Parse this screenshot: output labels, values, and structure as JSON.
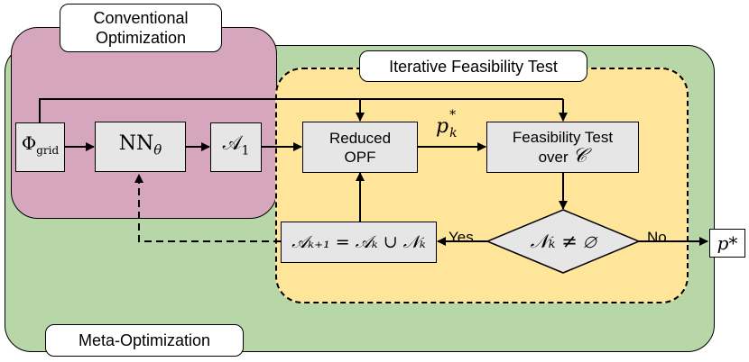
{
  "regions": {
    "conventional": "Conventional\nOptimization",
    "meta": "Meta-Optimization",
    "feasibility": "Iterative Feasibility Test"
  },
  "nodes": {
    "phi_base": "Φ",
    "phi_sub": "grid",
    "nn_base": "NN",
    "nn_sub": "θ",
    "a1_base": "𝒜",
    "a1_sub": "1",
    "reduced_opf": "Reduced\nOPF",
    "feasibility_line1": "Feasibility Test",
    "feasibility_line2": "over",
    "feasibility_set": "𝒞",
    "decision": "𝒩ₖ ≠ ∅",
    "update": "𝒜ₖ₊₁ = 𝒜ₖ ∪ 𝒩ₖ",
    "output": "p*"
  },
  "edge_labels": {
    "pk_base": "p",
    "pk_sup": "*",
    "pk_sub": "k",
    "yes": "Yes",
    "no": "No"
  },
  "colors": {
    "conventional_fill": "#d5a6bd",
    "meta_fill": "#b7d7a8",
    "feasibility_fill": "#ffe599",
    "node_fill": "#e6e6e6"
  }
}
